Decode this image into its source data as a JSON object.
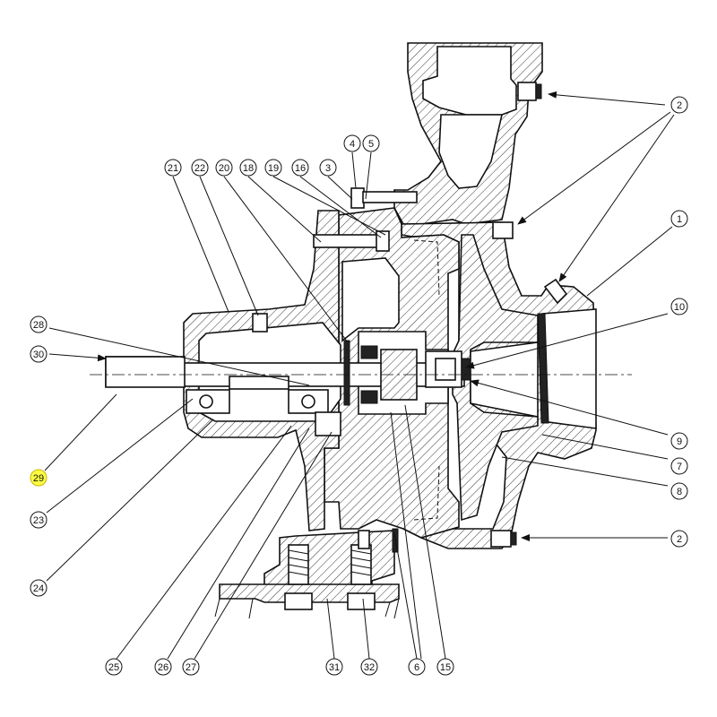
{
  "highlight_color": "#ffff44",
  "callouts": [
    {
      "label": "1"
    },
    {
      "label": "2"
    },
    {
      "label": "2"
    },
    {
      "label": "2"
    },
    {
      "label": "3"
    },
    {
      "label": "4"
    },
    {
      "label": "5"
    },
    {
      "label": "6"
    },
    {
      "label": "7"
    },
    {
      "label": "8"
    },
    {
      "label": "9"
    },
    {
      "label": "10"
    },
    {
      "label": "15"
    },
    {
      "label": "16"
    },
    {
      "label": "18"
    },
    {
      "label": "19"
    },
    {
      "label": "20"
    },
    {
      "label": "21"
    },
    {
      "label": "22"
    },
    {
      "label": "23"
    },
    {
      "label": "24"
    },
    {
      "label": "25"
    },
    {
      "label": "26"
    },
    {
      "label": "27"
    },
    {
      "label": "28"
    },
    {
      "label": "29",
      "highlighted": true
    },
    {
      "label": "30"
    },
    {
      "label": "31"
    },
    {
      "label": "32"
    }
  ]
}
